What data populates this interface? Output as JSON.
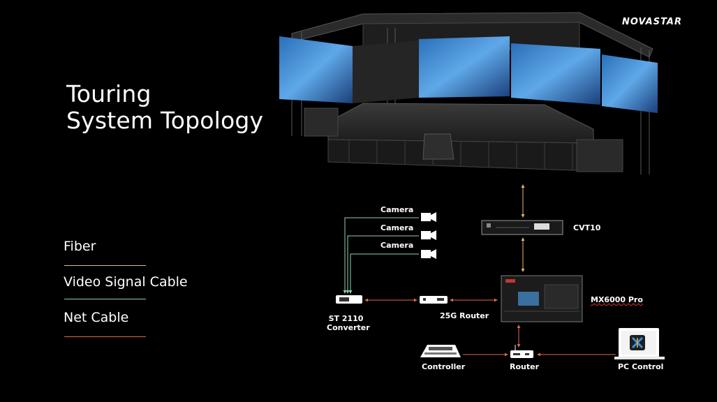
{
  "title": {
    "line1": "Touring",
    "line2": "System Topology"
  },
  "logo": "NOVASTAR",
  "legend": [
    {
      "label": "Fiber",
      "color": "#e8b86a"
    },
    {
      "label": "Video Signal Cable",
      "color": "#8fd4b0"
    },
    {
      "label": "Net Cable",
      "color": "#e06a4a"
    }
  ],
  "nodes": {
    "camera1": "Camera",
    "camera2": "Camera",
    "camera3": "Camera",
    "cvt10": "CVT10",
    "mx6000": "MX6000 Pro",
    "st2110_line1": "ST 2110",
    "st2110_line2": "Converter",
    "router25g": "25G Router",
    "controller": "Controller",
    "router": "Router",
    "pc": "PC Control"
  },
  "colors": {
    "fiber": "#e8b86a",
    "video": "#8fd4b0",
    "net": "#e06a4a"
  }
}
